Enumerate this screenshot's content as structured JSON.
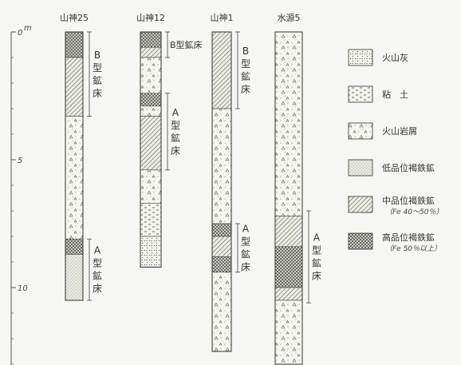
{
  "depth_axis": {
    "unit": "m",
    "ticks": [
      {
        "value": 0,
        "label": "0"
      },
      {
        "value": 5,
        "label": "5"
      },
      {
        "value": 10,
        "label": "10"
      }
    ],
    "max": 13
  },
  "columns": [
    {
      "name": "山神25",
      "layers": [
        {
          "top": 0.0,
          "bottom": 1.0,
          "type": "high"
        },
        {
          "top": 1.0,
          "bottom": 3.3,
          "type": "mid"
        },
        {
          "top": 3.3,
          "bottom": 8.1,
          "type": "tuff"
        },
        {
          "top": 8.1,
          "bottom": 8.7,
          "type": "high"
        },
        {
          "top": 8.7,
          "bottom": 10.5,
          "type": "low"
        }
      ],
      "brackets": [
        {
          "top": 0.0,
          "bottom": 3.3,
          "label": "B型鉱床",
          "orientation": "vertical"
        },
        {
          "top": 8.1,
          "bottom": 10.5,
          "label": "A型鉱床",
          "orientation": "vertical"
        }
      ]
    },
    {
      "name": "山神12",
      "layers": [
        {
          "top": 0.0,
          "bottom": 0.6,
          "type": "high"
        },
        {
          "top": 0.6,
          "bottom": 1.0,
          "type": "mid"
        },
        {
          "top": 1.0,
          "bottom": 2.4,
          "type": "tuff"
        },
        {
          "top": 2.4,
          "bottom": 2.9,
          "type": "high"
        },
        {
          "top": 2.9,
          "bottom": 3.3,
          "type": "tuff"
        },
        {
          "top": 3.3,
          "bottom": 5.4,
          "type": "mid"
        },
        {
          "top": 5.4,
          "bottom": 6.7,
          "type": "tuff"
        },
        {
          "top": 6.7,
          "bottom": 8.0,
          "type": "clay"
        },
        {
          "top": 8.0,
          "bottom": 9.2,
          "type": "ash"
        }
      ],
      "brackets": [
        {
          "top": 0.0,
          "bottom": 1.0,
          "label": "B型鉱床",
          "orientation": "horizontal"
        },
        {
          "top": 2.4,
          "bottom": 5.4,
          "label": "A型鉱床",
          "orientation": "vertical"
        }
      ]
    },
    {
      "name": "山神1",
      "layers": [
        {
          "top": 0.0,
          "bottom": 3.0,
          "type": "mid"
        },
        {
          "top": 3.0,
          "bottom": 7.5,
          "type": "tuff"
        },
        {
          "top": 7.5,
          "bottom": 8.0,
          "type": "high"
        },
        {
          "top": 8.0,
          "bottom": 8.8,
          "type": "mid"
        },
        {
          "top": 8.8,
          "bottom": 9.4,
          "type": "high"
        },
        {
          "top": 9.4,
          "bottom": 12.5,
          "type": "tuff"
        }
      ],
      "brackets": [
        {
          "top": 0.0,
          "bottom": 3.0,
          "label": "B型鉱床",
          "orientation": "vertical"
        },
        {
          "top": 7.5,
          "bottom": 9.4,
          "label": "A型鉱床",
          "orientation": "vertical"
        }
      ]
    },
    {
      "name": "水源5",
      "layers": [
        {
          "top": 0.0,
          "bottom": 7.2,
          "type": "tuff"
        },
        {
          "top": 7.2,
          "bottom": 8.4,
          "type": "mid"
        },
        {
          "top": 8.4,
          "bottom": 10.0,
          "type": "high"
        },
        {
          "top": 10.0,
          "bottom": 10.5,
          "type": "mid"
        },
        {
          "top": 10.5,
          "bottom": 13.0,
          "type": "tuff"
        }
      ],
      "brackets": [
        {
          "top": 7.0,
          "bottom": 10.6,
          "label": "A型鉱床",
          "orientation": "vertical"
        }
      ]
    }
  ],
  "legend": [
    {
      "type": "ash",
      "label": "火山灰",
      "note": ""
    },
    {
      "type": "clay",
      "label": "粘　土",
      "note": ""
    },
    {
      "type": "tuff",
      "label": "火山岩屑",
      "note": ""
    },
    {
      "type": "low",
      "label": "低品位褐鉄鉱",
      "note": ""
    },
    {
      "type": "mid",
      "label": "中品位褐鉄鉱",
      "note": "（Fe 40～50％）"
    },
    {
      "type": "high",
      "label": "高品位褐鉄鉱",
      "note": "（Fe 50％以上）"
    }
  ]
}
